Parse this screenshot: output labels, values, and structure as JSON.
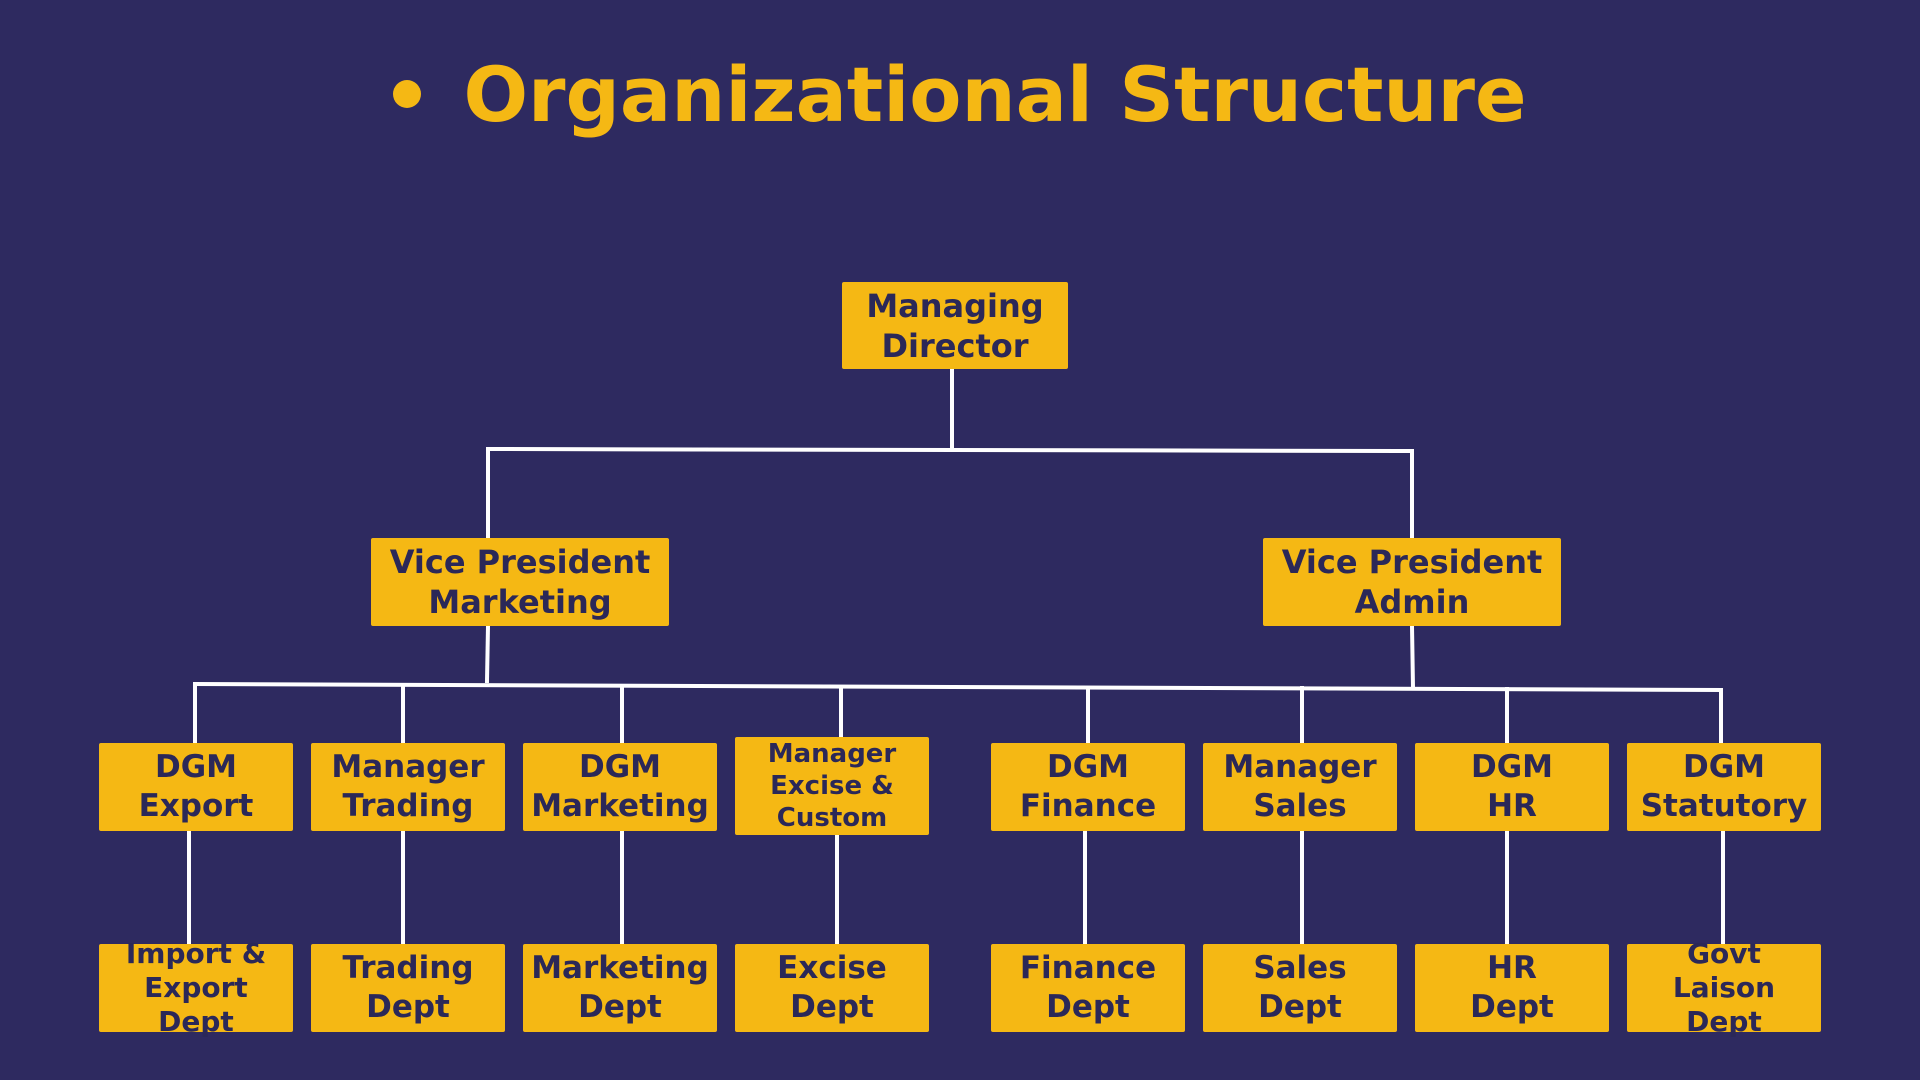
{
  "title": "Organizational Structure",
  "colors": {
    "background": "#2E2A60",
    "accent": "#F5B814",
    "box_text": "#2B2858",
    "connector": "#FFFFFF"
  },
  "nodes": {
    "managing_director": "Managing\nDirector",
    "vp_marketing": "Vice President\nMarketing",
    "vp_admin": "Vice President\nAdmin",
    "dgm_export": "DGM\nExport",
    "manager_trading": "Manager\nTrading",
    "dgm_marketing": "DGM\nMarketing",
    "manager_excise_custom": "Manager\nExcise &\nCustom",
    "dgm_finance": "DGM\nFinance",
    "manager_sales": "Manager\nSales",
    "dgm_hr": "DGM\nHR",
    "dgm_statutory": "DGM\nStatutory",
    "import_export_dept": "Import &\nExport Dept",
    "trading_dept": "Trading\nDept",
    "marketing_dept": "Marketing\nDept",
    "excise_dept": "Excise\nDept",
    "finance_dept": "Finance\nDept",
    "sales_dept": "Sales\nDept",
    "hr_dept": "HR\nDept",
    "govt_laison_dept": "Govt\nLaison Dept"
  }
}
